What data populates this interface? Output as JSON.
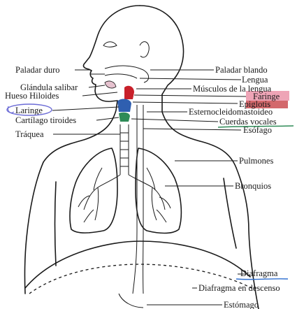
{
  "labels": {
    "paladar_duro": "Paladar duro",
    "glandula_salibar": "Glándula salibar",
    "hueso_hiloides": "Hueso Hiloides",
    "laringe": "Laringe",
    "cartilago_tiroides": "Cartílago tiroides",
    "traquea": "Tráquea",
    "paladar_blando": "Paladar blando",
    "lengua": "Lengua",
    "musculos_lengua": "Músculos de la lengua",
    "faringe": "Faringe",
    "epiglotis": "Epiglotis",
    "esternocleidomastoideo": "Esternocleidomastoideo",
    "cuerdas_vocales": "Cuerdas vocales",
    "esofago": "Esófago",
    "pulmones": "Pulmones",
    "bronquios": "Bronquios",
    "diafragma": "Diafragma",
    "diafragma_descenso": "Diafragma en descenso",
    "estomago": "Estómago"
  },
  "colors": {
    "faringe_highlight": "#e05a7a",
    "epiglotis_highlight": "#c0282e",
    "laringe_circle": "#6b6bd6",
    "cuerdas_underline": "#2e8b57",
    "diafragma_underline": "#2f6fd0",
    "organ_red": "#c8202a",
    "organ_blue": "#2f5fb0",
    "organ_green": "#2e8b57"
  }
}
